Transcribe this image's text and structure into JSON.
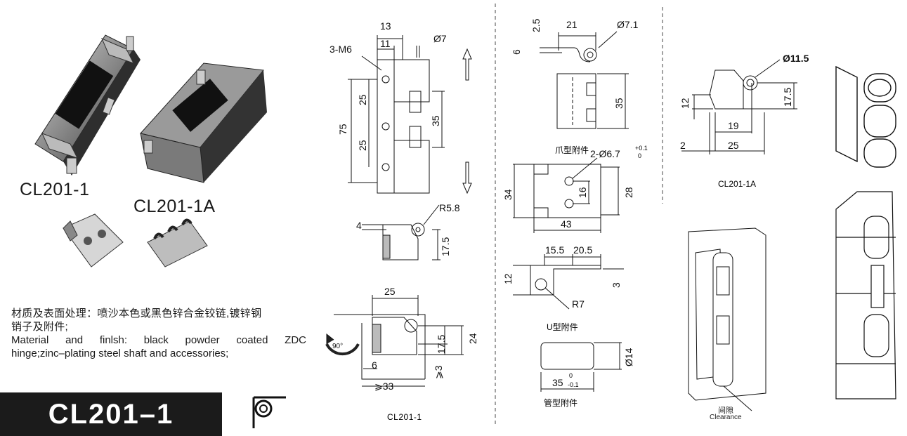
{
  "products": {
    "hinge_a_label": "CL201-1",
    "hinge_b_label": "CL201-1A"
  },
  "description": {
    "zh_line1": "材质及表面处理：喷沙本色或黑色锌合金铰链,镀锌钢",
    "zh_line2": "销子及附件;",
    "en_line1": "Material and finlsh: black powder coated ZDC",
    "en_line2": "hinge;zinc–plating steel shaft and accessories;"
  },
  "model_box": {
    "label": "CL201–1",
    "background": "#1b1b1b",
    "text_color": "#ffffff"
  },
  "drawing_main": {
    "caption": "CL201-1",
    "dims": {
      "d13": "13",
      "d11": "11",
      "thread": "3-M6",
      "dia7": "Ø7",
      "d25a": "25",
      "d25b": "25",
      "d75": "75",
      "d35": "35",
      "r58": "R5.8",
      "d4": "4",
      "d175": "17.5",
      "top25": "25",
      "d175b": "17.5",
      "d24": "24",
      "d6": "6",
      "ge33": "⩾33",
      "ge3": "⩾3",
      "angle": "90°"
    }
  },
  "drawing_claw": {
    "d25": "2.5",
    "d21": "21",
    "dia71": "Ø7.1",
    "d6": "6",
    "d35": "35",
    "caption": "爪型附件"
  },
  "drawing_plate": {
    "holes": "2-Ø6.7",
    "tol_up": "+0.1",
    "tol_low": "0",
    "d34": "34",
    "d16": "16",
    "d28": "28",
    "d43": "43"
  },
  "drawing_u": {
    "d155": "15.5",
    "d205": "20.5",
    "d12": "12",
    "d3": "3",
    "r7": "R7",
    "caption": "U型附件"
  },
  "drawing_tube": {
    "d14": "Ø14",
    "d35": "35",
    "tol_up": "0",
    "tol_low": "-0.1",
    "caption": "管型附件"
  },
  "drawing_1a": {
    "dia115": "Ø11.5",
    "d12": "12",
    "d175": "17.5",
    "d19": "19",
    "d2": "2",
    "d25": "25",
    "caption": "CL201-1A"
  },
  "clearance": {
    "zh": "间隙",
    "en": "Clearance"
  }
}
